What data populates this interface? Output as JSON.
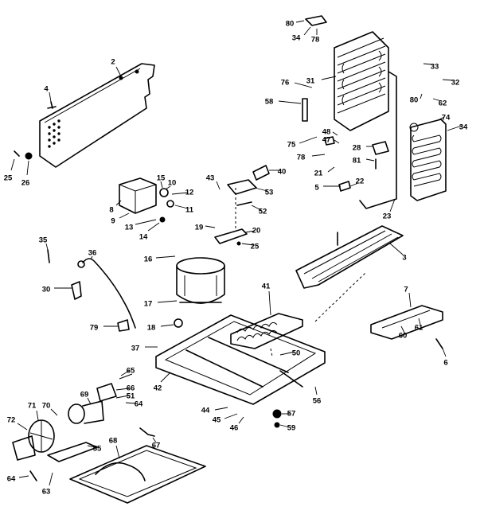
{
  "diagram": {
    "callouts": [
      {
        "id": "c2",
        "label": "2"
      },
      {
        "id": "c4",
        "label": "4"
      },
      {
        "id": "c25a",
        "label": "25"
      },
      {
        "id": "c26",
        "label": "26"
      },
      {
        "id": "c80a",
        "label": "80"
      },
      {
        "id": "c34a",
        "label": "34"
      },
      {
        "id": "c78a",
        "label": "78"
      },
      {
        "id": "c33",
        "label": "33"
      },
      {
        "id": "c32",
        "label": "32"
      },
      {
        "id": "c76",
        "label": "76"
      },
      {
        "id": "c31",
        "label": "31"
      },
      {
        "id": "c58",
        "label": "58"
      },
      {
        "id": "c80b",
        "label": "80"
      },
      {
        "id": "c62",
        "label": "62"
      },
      {
        "id": "c74",
        "label": "74"
      },
      {
        "id": "c34b",
        "label": "34"
      },
      {
        "id": "c48",
        "label": "48"
      },
      {
        "id": "c47",
        "label": "47"
      },
      {
        "id": "c75",
        "label": "75"
      },
      {
        "id": "c28",
        "label": "28"
      },
      {
        "id": "c78b",
        "label": "78"
      },
      {
        "id": "c81",
        "label": "81"
      },
      {
        "id": "c40",
        "label": "40"
      },
      {
        "id": "c21",
        "label": "21"
      },
      {
        "id": "c5",
        "label": "5"
      },
      {
        "id": "c22",
        "label": "22"
      },
      {
        "id": "c23",
        "label": "23"
      },
      {
        "id": "c43",
        "label": "43"
      },
      {
        "id": "c53",
        "label": "53"
      },
      {
        "id": "c52",
        "label": "52"
      },
      {
        "id": "c15",
        "label": "15"
      },
      {
        "id": "c10",
        "label": "10"
      },
      {
        "id": "c12",
        "label": "12"
      },
      {
        "id": "c8",
        "label": "8"
      },
      {
        "id": "c11",
        "label": "11"
      },
      {
        "id": "c9",
        "label": "9"
      },
      {
        "id": "c13",
        "label": "13"
      },
      {
        "id": "c14",
        "label": "14"
      },
      {
        "id": "c19",
        "label": "19"
      },
      {
        "id": "c20",
        "label": "20"
      },
      {
        "id": "c25b",
        "label": "25"
      },
      {
        "id": "c3",
        "label": "3"
      },
      {
        "id": "c35",
        "label": "35"
      },
      {
        "id": "c36",
        "label": "36"
      },
      {
        "id": "c16",
        "label": "16"
      },
      {
        "id": "c30",
        "label": "30"
      },
      {
        "id": "c41",
        "label": "41"
      },
      {
        "id": "c7",
        "label": "7"
      },
      {
        "id": "c17",
        "label": "17"
      },
      {
        "id": "c61",
        "label": "61"
      },
      {
        "id": "c60",
        "label": "60"
      },
      {
        "id": "c79",
        "label": "79"
      },
      {
        "id": "c18",
        "label": "18"
      },
      {
        "id": "c6",
        "label": "6"
      },
      {
        "id": "c37",
        "label": "37"
      },
      {
        "id": "c50",
        "label": "50"
      },
      {
        "id": "c65",
        "label": "65"
      },
      {
        "id": "c42",
        "label": "42"
      },
      {
        "id": "c66",
        "label": "66"
      },
      {
        "id": "c51",
        "label": "51"
      },
      {
        "id": "c64a",
        "label": "64"
      },
      {
        "id": "c69",
        "label": "69"
      },
      {
        "id": "c56",
        "label": "56"
      },
      {
        "id": "c44",
        "label": "44"
      },
      {
        "id": "c71",
        "label": "71"
      },
      {
        "id": "c70",
        "label": "70"
      },
      {
        "id": "c57",
        "label": "57"
      },
      {
        "id": "c72",
        "label": "72"
      },
      {
        "id": "c45",
        "label": "45"
      },
      {
        "id": "c46",
        "label": "46"
      },
      {
        "id": "c59",
        "label": "59"
      },
      {
        "id": "c55",
        "label": "55"
      },
      {
        "id": "c68",
        "label": "68"
      },
      {
        "id": "c67",
        "label": "67"
      },
      {
        "id": "c64b",
        "label": "64"
      },
      {
        "id": "c63",
        "label": "63"
      }
    ]
  }
}
